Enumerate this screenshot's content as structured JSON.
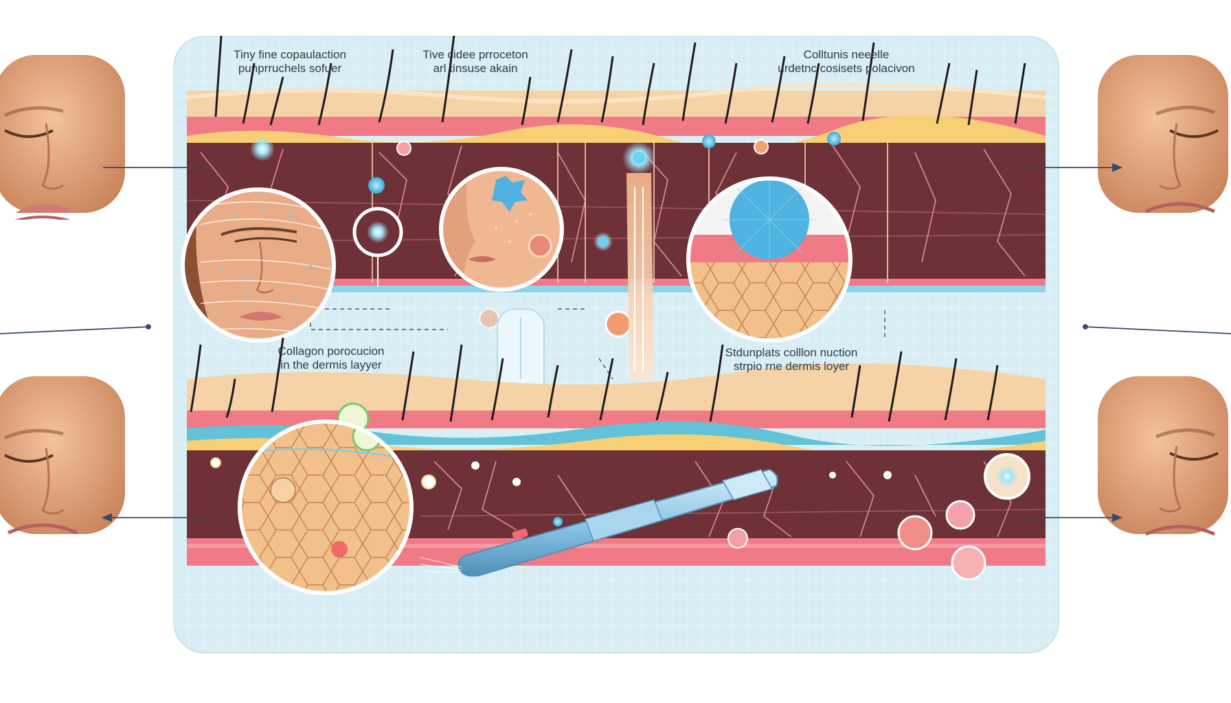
{
  "labels": {
    "top_left": [
      "Tiny fine copaulaction",
      "punprruchels sofuer"
    ],
    "top_center": [
      "Tive cidee prroceton",
      "arl tinsuse akain"
    ],
    "top_right": [
      "Colltunis neeelle",
      "urdetnc cosisets polacivon"
    ],
    "mid_left": [
      "Collagon porocucion",
      "in the dermis layyer"
    ],
    "mid_right": [
      "Stdunplats colllon nuction",
      "strpio rne dermis loyer"
    ]
  },
  "colors": {
    "panel_bg": "#d8eef4",
    "epidermis": "#f6d3a6",
    "stratum": "#f07a86",
    "dermis": "#6e3138",
    "collagen": "#f2a0a6",
    "skin_tone": "#e9b08a",
    "glow": "#7fd8f2",
    "device": "#8fc6e6"
  },
  "icons": [
    "face-icon",
    "hair-follicle-icon",
    "microneedle-pen-icon",
    "collagen-cell-icon",
    "magnifier-circle-icon",
    "arrow-icon"
  ]
}
